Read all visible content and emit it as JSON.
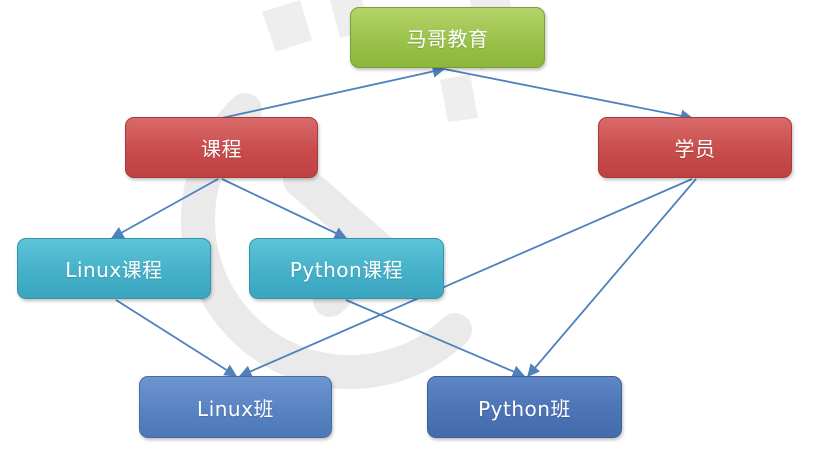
{
  "diagram": {
    "nodes": {
      "root": "马哥教育",
      "course": "课程",
      "student": "学员",
      "linux_course": "Linux课程",
      "python_course": "Python课程",
      "linux_class": "Linux班",
      "python_class": "Python班"
    },
    "edges": [
      {
        "from": "course",
        "to": "root"
      },
      {
        "from": "root",
        "to": "student"
      },
      {
        "from": "course",
        "to": "linux_course"
      },
      {
        "from": "course",
        "to": "python_course"
      },
      {
        "from": "linux_course",
        "to": "linux_class"
      },
      {
        "from": "python_course",
        "to": "python_class"
      },
      {
        "from": "student",
        "to": "linux_class"
      },
      {
        "from": "student",
        "to": "python_class"
      }
    ],
    "colors": {
      "root": "#9bc24b",
      "course": "#c94c4c",
      "student": "#c94c4c",
      "linux_course": "#45b1c9",
      "python_course": "#45b1c9",
      "linux_class": "#5883c3",
      "python_class": "#4c74b6",
      "edge": "#4f81bd"
    }
  }
}
